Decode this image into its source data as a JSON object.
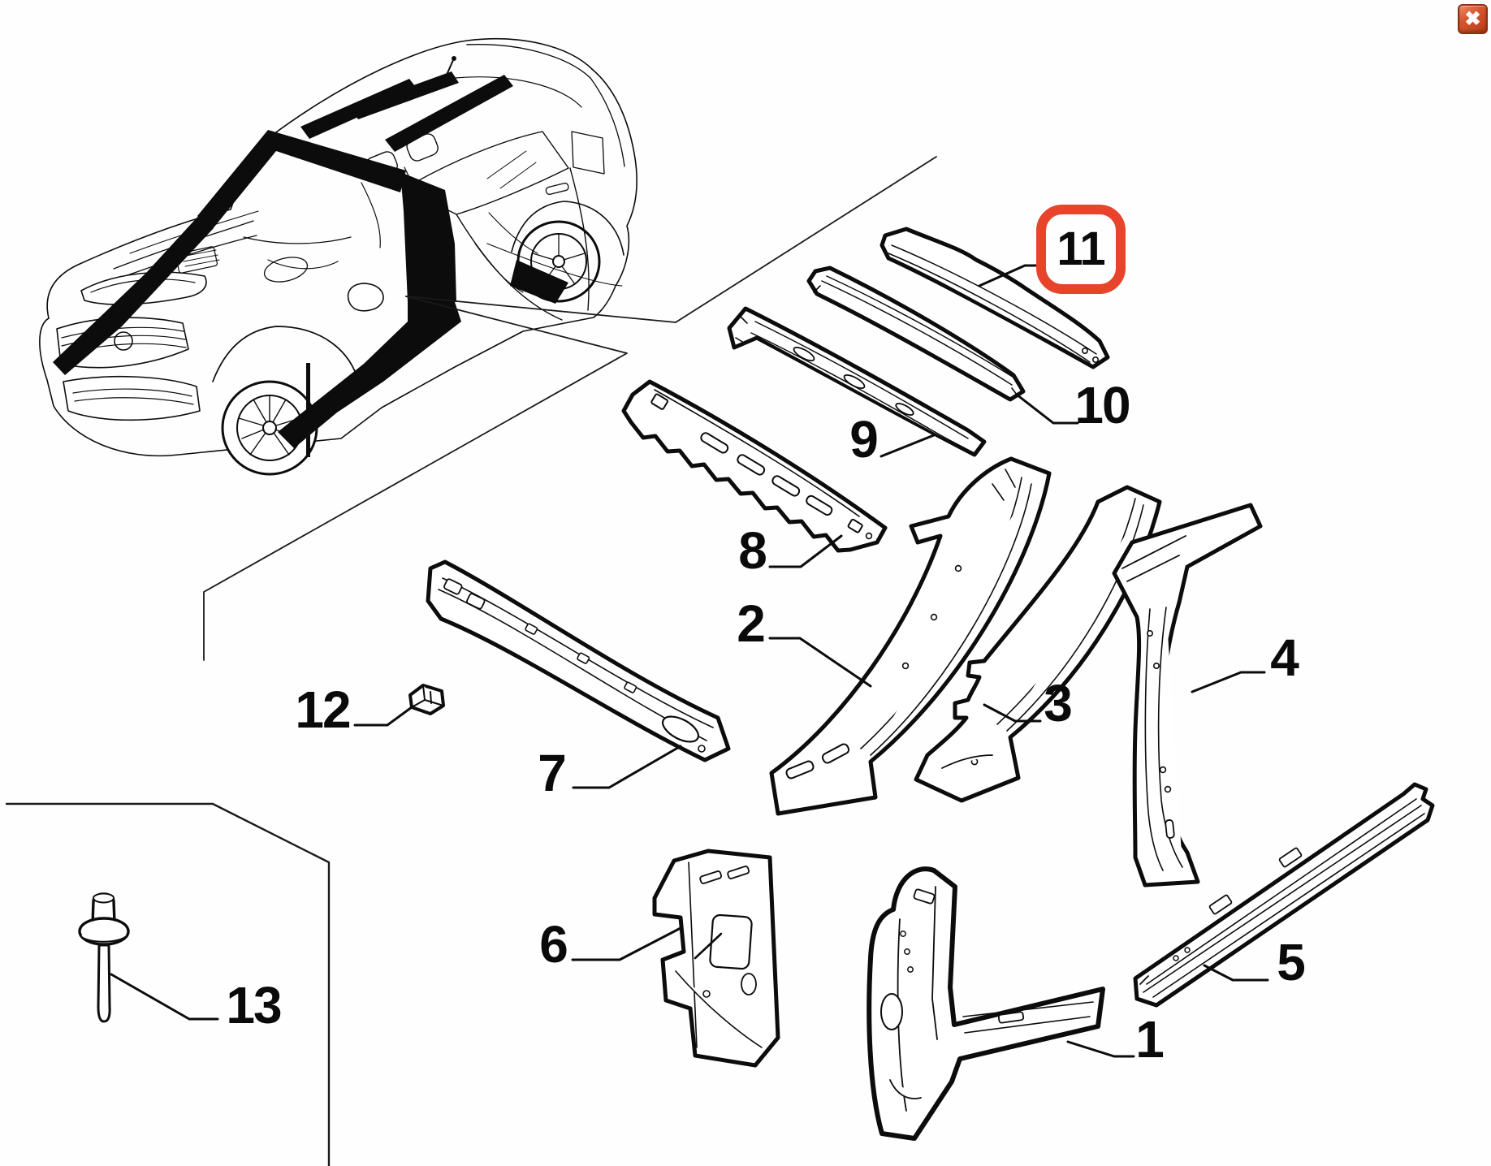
{
  "window": {
    "close_glyph": "✖"
  },
  "diagram": {
    "type": "exploded-parts-diagram",
    "subject": "vehicle body side and roof frame panels",
    "highlight_color": "#e8432b",
    "highlighted_part": "11",
    "callouts": [
      {
        "number": "1",
        "highlighted": false
      },
      {
        "number": "2",
        "highlighted": false
      },
      {
        "number": "3",
        "highlighted": false
      },
      {
        "number": "4",
        "highlighted": false
      },
      {
        "number": "5",
        "highlighted": false
      },
      {
        "number": "6",
        "highlighted": false
      },
      {
        "number": "7",
        "highlighted": false
      },
      {
        "number": "8",
        "highlighted": false
      },
      {
        "number": "9",
        "highlighted": false
      },
      {
        "number": "10",
        "highlighted": false
      },
      {
        "number": "11",
        "highlighted": true
      },
      {
        "number": "12",
        "highlighted": false
      },
      {
        "number": "13",
        "highlighted": false
      }
    ]
  }
}
